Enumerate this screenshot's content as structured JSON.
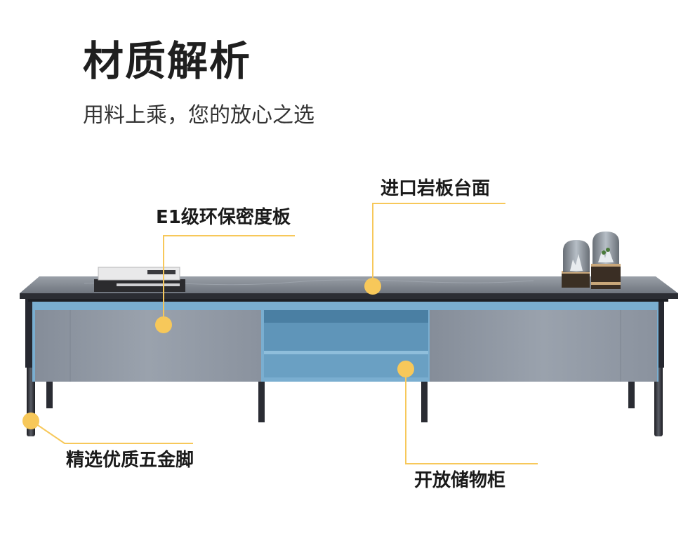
{
  "header": {
    "title": "材质解析",
    "subtitle": "用料上乘，您的放心之选"
  },
  "callouts": {
    "board": "E1级环保密度板",
    "top": "进口岩板台面",
    "legs": "精选优质五金脚",
    "storage": "开放储物柜"
  },
  "colors": {
    "accent": "#f7c85a",
    "slab": "#8a9099",
    "drawer": "#8f97a3",
    "frame_blue": "#7aaed0",
    "leg": "#2a2c33"
  }
}
